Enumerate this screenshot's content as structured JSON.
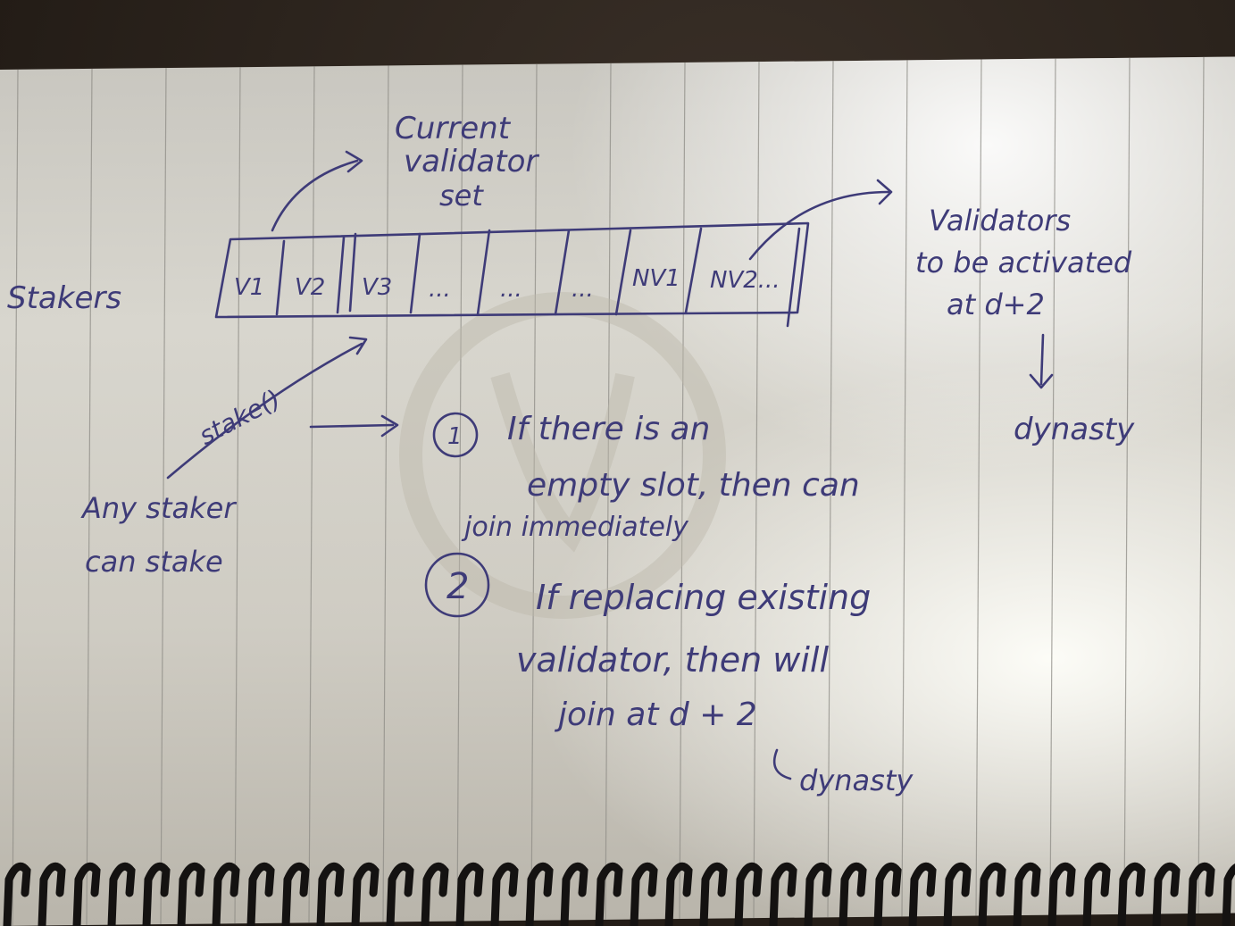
{
  "title": {
    "line1": "Current",
    "line2": "validator",
    "line3": "set"
  },
  "stakers_label": "Stakers",
  "validator_slots": [
    "V1",
    "V2",
    "V3",
    "...",
    "...",
    "...",
    "NV1",
    "NV2..."
  ],
  "right_note": {
    "line1": "Validators",
    "line2": "to be activated",
    "line3": "at d+2",
    "line4": "dynasty"
  },
  "stake_call": "stake()",
  "any_staker": {
    "line1": "Any staker",
    "line2": "can stake"
  },
  "points": [
    {
      "marker": "1",
      "line1": "If there is an",
      "line2": "empty slot, then can",
      "line3": "join immediately"
    },
    {
      "marker": "2",
      "line1": "If replacing existing",
      "line2": "validator, then will",
      "line3": "join at d + 2",
      "line4": "dynasty"
    }
  ],
  "colors": {
    "ink": "#3e3b78",
    "paper": "#d6d3cb",
    "rule": "#8e8c86",
    "spiral": "#141211"
  }
}
